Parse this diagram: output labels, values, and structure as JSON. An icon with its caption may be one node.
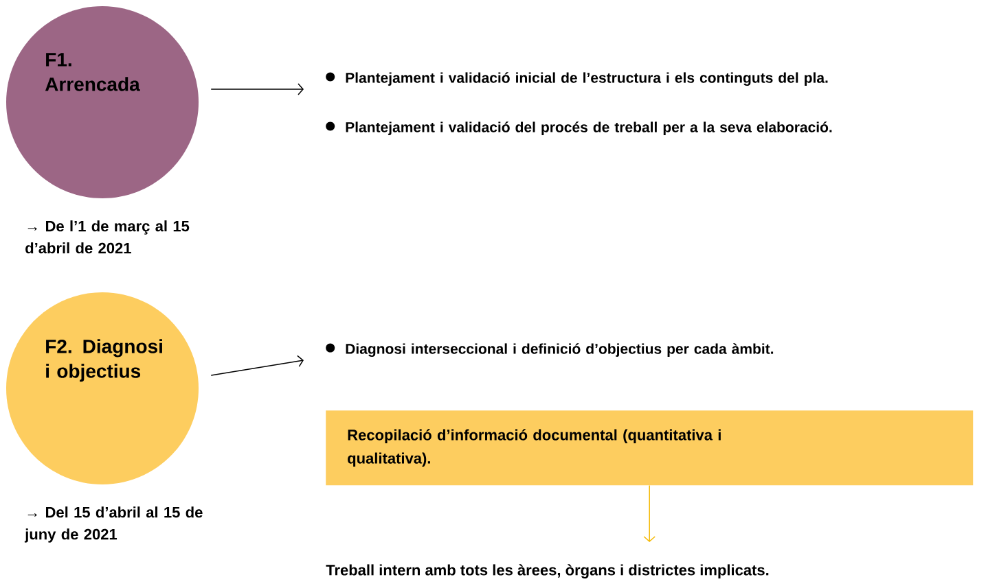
{
  "diagram": {
    "nodes": [
      {
        "text": [
          "F1. Arrencada"
        ],
        "beside": [
          "→ De l’1 de març al 15 d’abril de 2021"
        ]
      },
      {
        "text": [
          "Plantejament i validació inicial de l’estructura i els continguts del pla.",
          "Plantejament i validació del procés de treball per a la seva elaboració."
        ]
      },
      {
        "text": [
          "F2. Diagnosi i objectius"
        ],
        "beside": [
          "→ Del 15 d’abril al 15 de juny de 2021"
        ]
      },
      {
        "text": [
          "Diagnosi interseccional i definició d’objectius per cada àmbit."
        ]
      },
      {
        "text": [
          "Recopilació d’informació documental (quantitativa i qualitativa)."
        ]
      },
      {
        "text": [
          "Treball intern amb tots les àrees, òrgans i districtes implicats."
        ]
      }
    ],
    "edges": [
      {
        "from": 0,
        "to": 1,
        "arrow": "to"
      },
      {
        "from": 2,
        "to": 3,
        "arrow": "to"
      },
      {
        "from": 4,
        "to": 5,
        "arrow": "to",
        "color": "#f5b800"
      }
    ]
  }
}
